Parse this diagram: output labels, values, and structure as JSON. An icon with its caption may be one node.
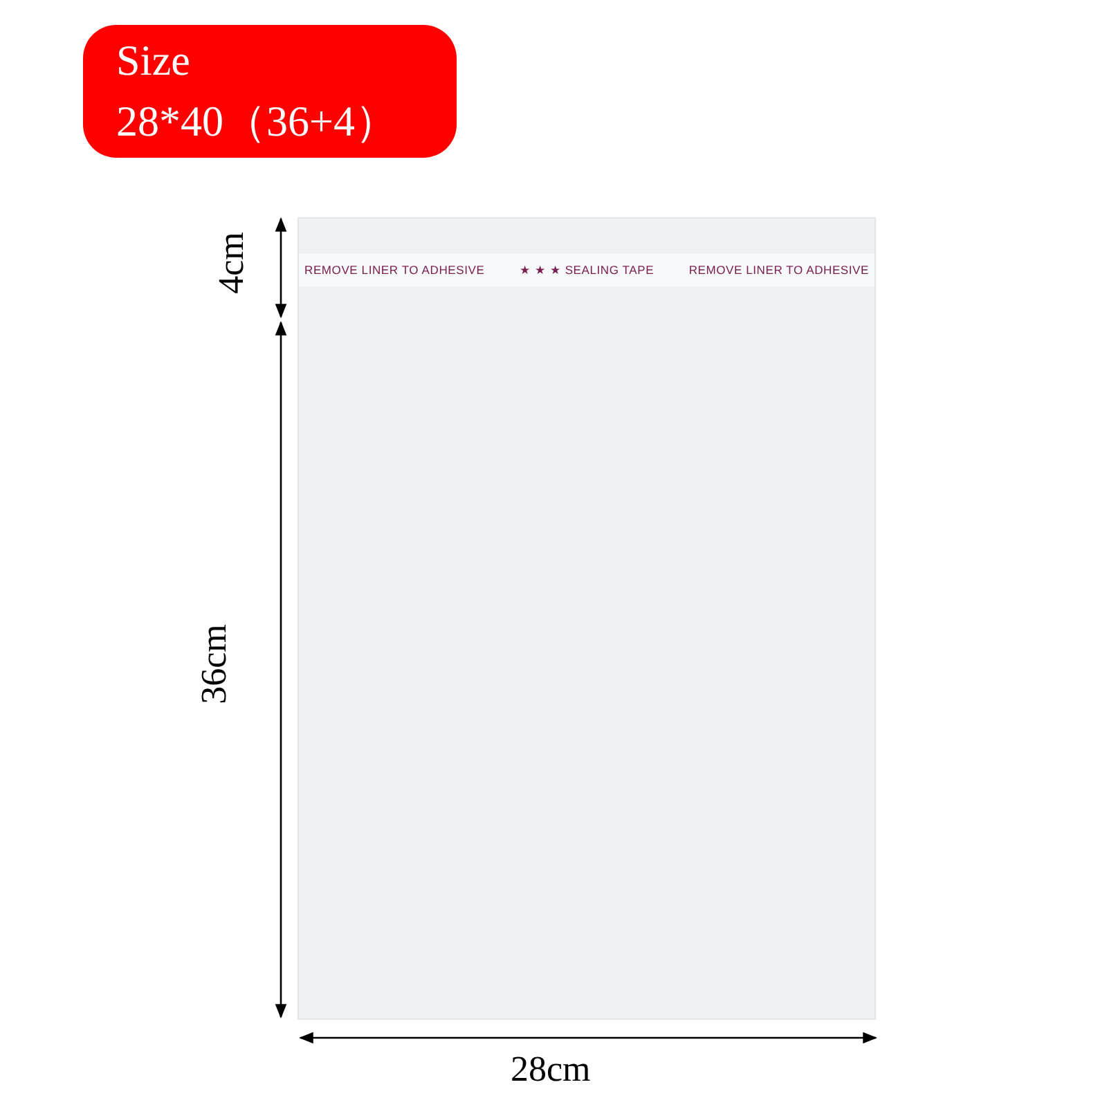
{
  "diagram": {
    "nodes": [
      {
        "text": [
          "Size",
          "28*40（36+4）"
        ]
      },
      {
        "text": [],
        "shape": "box"
      },
      {
        "text": [
          "REMOVE LINER TO ADHESIVE",
          "★ ★ ★ SEALING TAPE",
          "REMOVE LINER TO ADHESIVE"
        ],
        "in": 1
      }
    ],
    "edges": [],
    "labels": [
      "4cm",
      "36cm",
      "28cm"
    ]
  }
}
